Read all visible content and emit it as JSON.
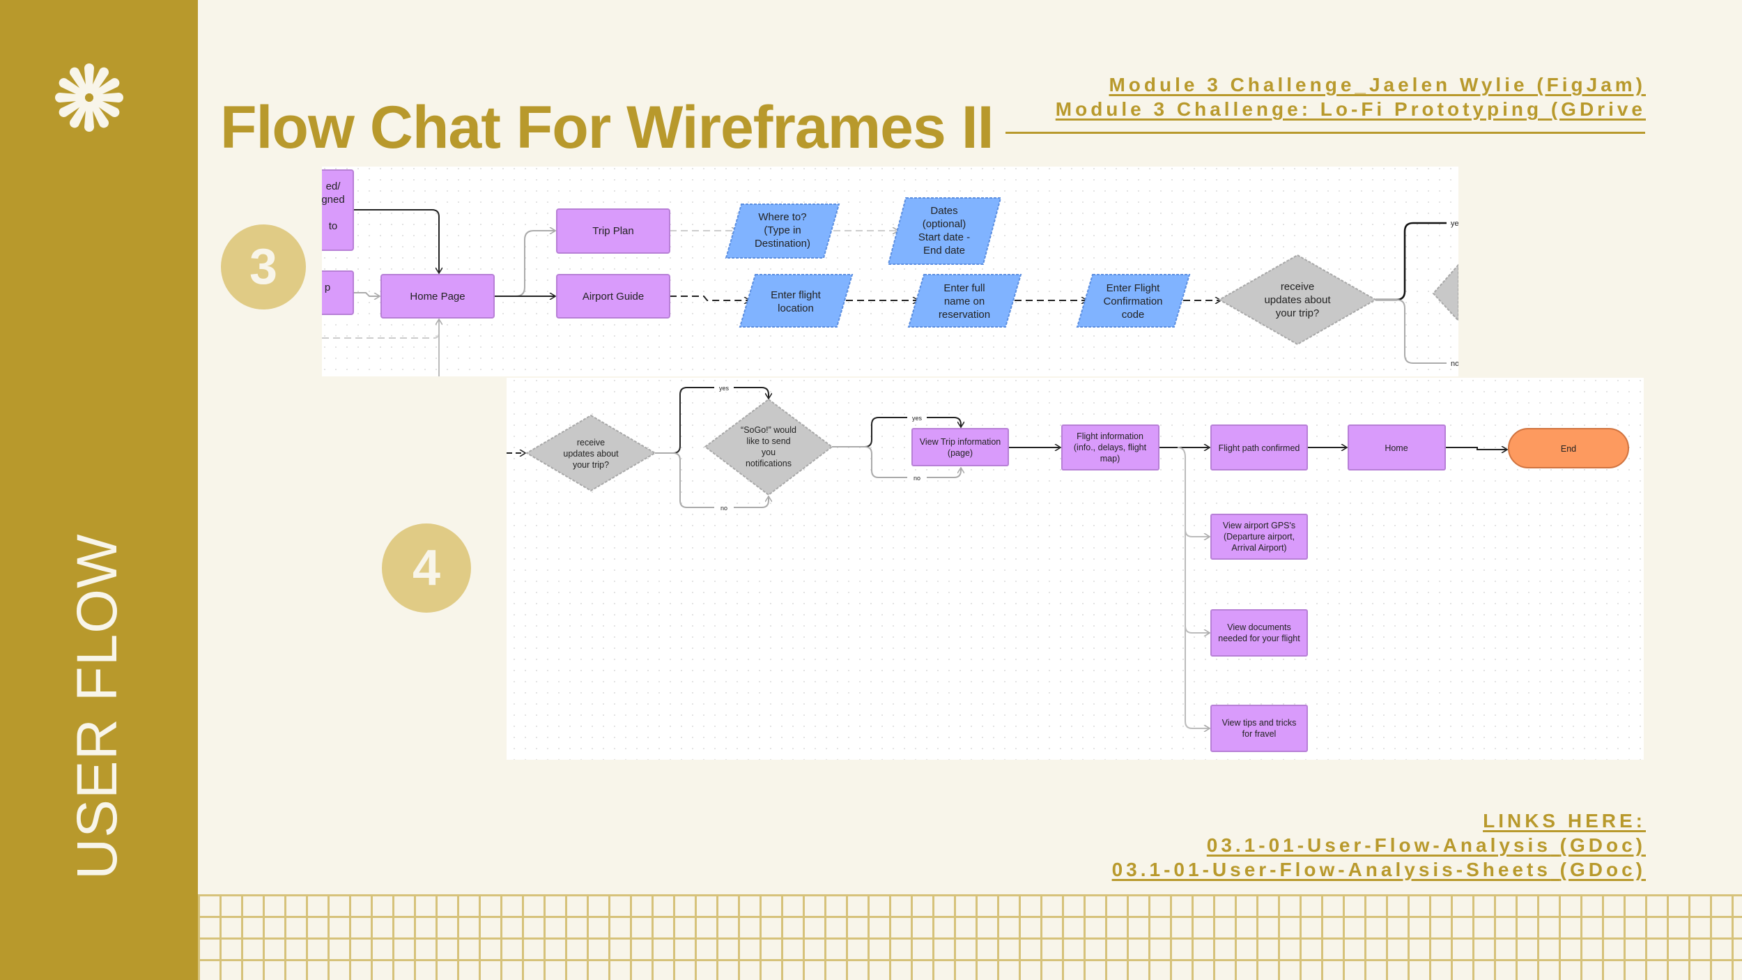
{
  "sidebar": {
    "vertical_title": "USER FLOW",
    "logo_icon": "asterisk-flower-icon",
    "color": "#b8992c"
  },
  "title": "Flow Chat For Wireframes II",
  "top_links": [
    "Module 3 Challenge_Jaelen Wylie (FigJam)",
    "Module 3 Challenge: Lo-Fi Prototyping (GDrive"
  ],
  "bottom_links": {
    "heading": "LINKS HERE:",
    "items": [
      {
        "name": "03.1-01-User-Flow-Analysis",
        "type": "(GDoc)"
      },
      {
        "name": "03.1-01-User-Flow-Analysis-Sheets",
        "type": "(GDoc)"
      }
    ]
  },
  "step_badges": [
    "3",
    "4"
  ],
  "colors": {
    "page_node": "#d99bfb",
    "input_node": "#80b3ff",
    "decision_node": "#c8c8c8",
    "end_node": "#fd9a5f",
    "accent": "#b8992c"
  },
  "flow3": {
    "cut_box_a": [
      "ed/",
      "gned",
      "",
      "to"
    ],
    "cut_box_b": [
      "p"
    ],
    "home_page": "Home Page",
    "trip_plan": "Trip Plan",
    "airport_guide": "Airport Guide",
    "where_to": [
      "Where to?",
      "(Type in",
      "Destination)"
    ],
    "dates": [
      "Dates",
      "(optional)",
      "Start date -",
      "End date"
    ],
    "enter_flight_location": [
      "Enter flight",
      "location"
    ],
    "enter_full_name": [
      "Enter full",
      "name on",
      "reservation"
    ],
    "enter_confirmation": [
      "Enter Flight",
      "Confirmation",
      "code"
    ],
    "receive_updates": [
      "receive",
      "updates about",
      "your trip?"
    ],
    "yes": "yes",
    "no": "no"
  },
  "flow4": {
    "receive_updates": [
      "receive",
      "updates about",
      "your trip?"
    ],
    "sogo_notifications": [
      "“SoGo!” would",
      "like to send",
      "you",
      "notifications"
    ],
    "view_trip_info": [
      "View Trip information",
      "(page)"
    ],
    "flight_information": [
      "Flight information",
      "(info., delays, flight",
      "map)"
    ],
    "flight_path_confirmed": "Flight path confirmed",
    "home": "Home",
    "end": "End",
    "view_airport_gps": [
      "View airport GPS's",
      "(Departure airport,",
      "Arrival Airport)"
    ],
    "view_documents": [
      "View documents",
      "needed for your flight"
    ],
    "view_tips": [
      "View tips and tricks",
      "for fravel"
    ],
    "yes": "yes",
    "no": "no"
  }
}
